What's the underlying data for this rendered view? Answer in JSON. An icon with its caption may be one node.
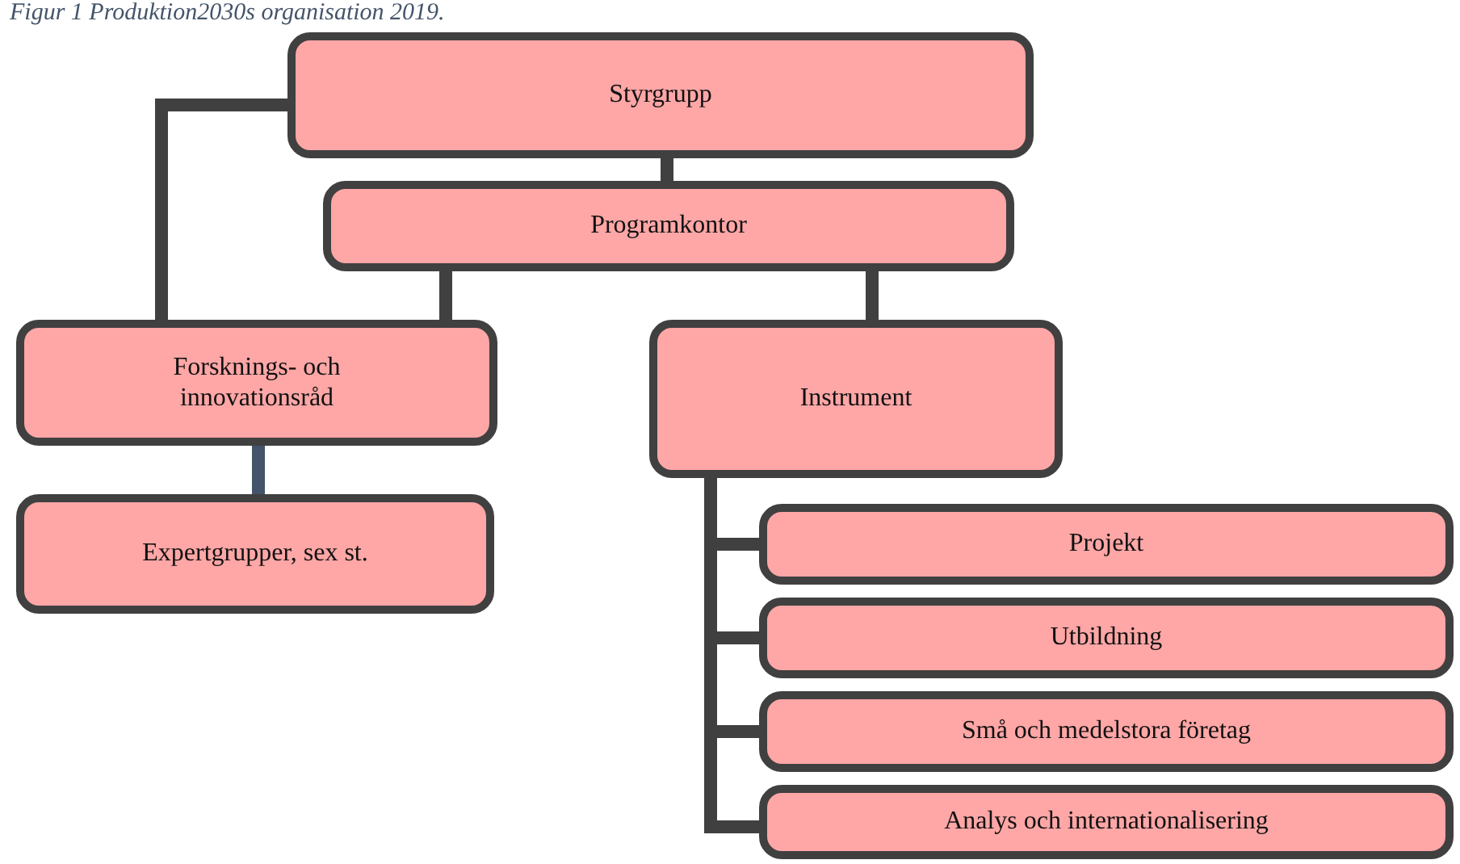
{
  "diagram": {
    "title": "Figur 1 Produktion2030s organisation 2019.",
    "nodes": [
      {
        "text": [
          "Styrgrupp"
        ]
      },
      {
        "text": [
          "Programkontor"
        ]
      },
      {
        "text": [
          "Forsknings- och innovationsråd"
        ]
      },
      {
        "text": [
          "Expertgrupper, sex st."
        ]
      },
      {
        "text": [
          "Instrument"
        ]
      },
      {
        "text": [
          "Projekt"
        ]
      },
      {
        "text": [
          "Utbildning"
        ]
      },
      {
        "text": [
          "Små och medelstora företag"
        ]
      },
      {
        "text": [
          "Analys och internationalisering"
        ]
      }
    ],
    "edges": [
      {
        "from": 0,
        "to": 1,
        "arrow": "none"
      },
      {
        "from": 0,
        "to": 2,
        "arrow": "none"
      },
      {
        "from": 1,
        "to": 2,
        "arrow": "none"
      },
      {
        "from": 1,
        "to": 4,
        "arrow": "none"
      },
      {
        "from": 2,
        "to": 3,
        "arrow": "none",
        "color": "#44546a"
      },
      {
        "from": 4,
        "to": 5,
        "arrow": "none"
      },
      {
        "from": 4,
        "to": 6,
        "arrow": "none"
      },
      {
        "from": 4,
        "to": 7,
        "arrow": "none"
      },
      {
        "from": 4,
        "to": 8,
        "arrow": "none"
      }
    ]
  }
}
